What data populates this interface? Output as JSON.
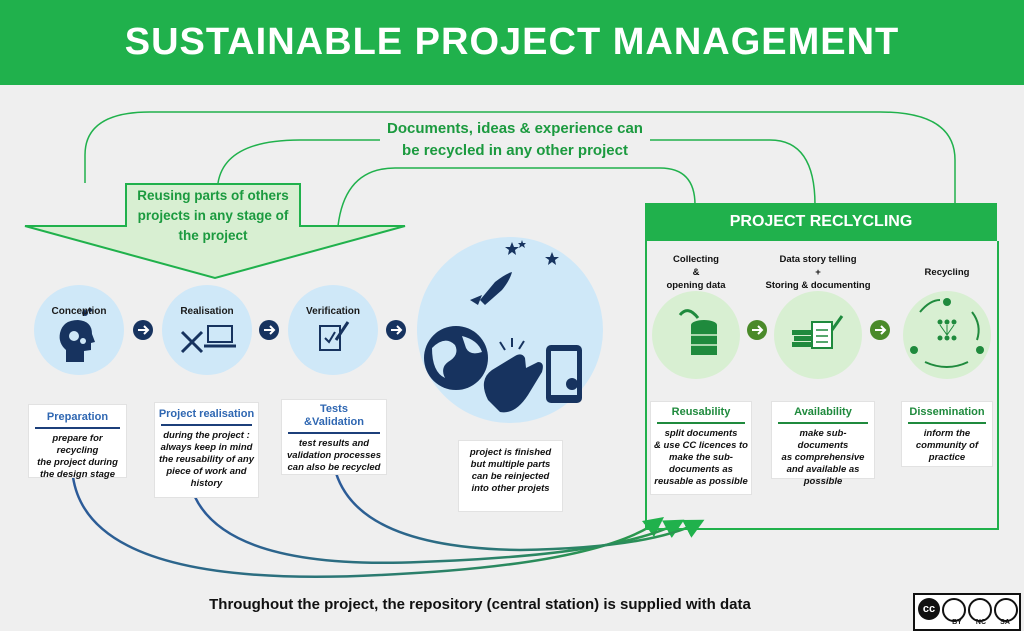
{
  "header": {
    "title": "SUSTAINABLE PROJECT MANAGEMENT"
  },
  "recycle_note": {
    "line1": "Documents, ideas & experience can",
    "line2": "be recycled in any other project"
  },
  "reuse_arrow": {
    "line1": "Reusing parts of others",
    "line2": "projects in any stage of",
    "line3": "the project"
  },
  "stages": [
    {
      "label": "Conception",
      "icon": "head-gears-icon"
    },
    {
      "label": "Realisation",
      "icon": "tools-laptop-icon"
    },
    {
      "label": "Verification",
      "icon": "checklist-icon"
    }
  ],
  "cards_left": [
    {
      "title": "Preparation",
      "lines": [
        "prepare for recycling",
        "the project during",
        "the design stage"
      ]
    },
    {
      "title": "Project realisation",
      "lines": [
        "during the project :",
        "always keep in mind",
        "the reusability of any",
        "piece of work and",
        "history"
      ]
    },
    {
      "title_line1": "Tests",
      "title_line2": "&Validation",
      "lines": [
        "test results and",
        "validation processes",
        "can also be recycled"
      ]
    }
  ],
  "finished_card": {
    "lines": [
      "project is finished",
      "but multiple parts",
      "can be reinjected",
      "into other projets"
    ]
  },
  "project_recycling": {
    "title": "PROJECT RECLYCLING",
    "steps": [
      {
        "label_lines": [
          "Collecting",
          "&",
          "opening data"
        ],
        "icon": "database-icon"
      },
      {
        "label_lines": [
          "Data story telling",
          "+",
          "Storing & documenting"
        ],
        "icon": "books-documents-icon"
      },
      {
        "label_lines": [
          "Recycling"
        ],
        "icon": "recycle-network-icon"
      }
    ],
    "cards": [
      {
        "title": "Reusability",
        "lines": [
          "split documents",
          "& use CC licences to",
          "make the sub-",
          "documents as",
          "reusable as possible"
        ]
      },
      {
        "title": "Availability",
        "lines": [
          "make sub-documents",
          "as comprehensive",
          "and available as",
          "possible"
        ]
      },
      {
        "title": "Dissemination",
        "lines": [
          "inform the",
          "community of",
          "practice"
        ]
      }
    ]
  },
  "footer": {
    "text": "Throughout the project, the repository (central station) is supplied with data"
  },
  "license": {
    "badge": "cc",
    "labels": [
      "BY",
      "NC",
      "SA"
    ]
  },
  "colors": {
    "green": "#20b14c",
    "navy": "#1c3f7a",
    "light_blue": "#cfe8f8",
    "light_green": "#d8efd2",
    "card_blue": "#2f67b2"
  }
}
